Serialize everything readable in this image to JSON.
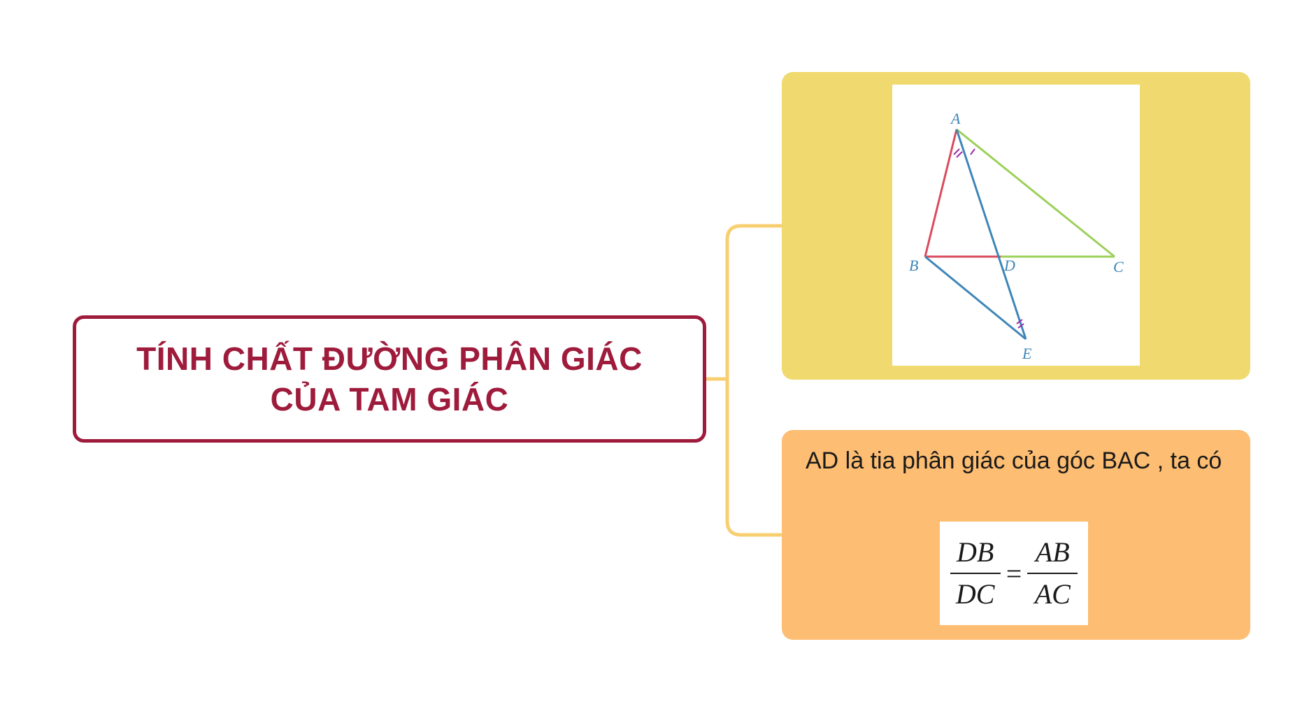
{
  "root": {
    "title": "TÍNH CHẤT ĐƯỜNG PHÂN GIÁC CỦA TAM GIÁC"
  },
  "figure": {
    "points": {
      "A": "A",
      "B": "B",
      "C": "C",
      "D": "D",
      "E": "E"
    }
  },
  "formula": {
    "statement": "AD là tia phân giác của góc BAC , ta có",
    "lhs_num": "DB",
    "lhs_den": "DC",
    "equals": "=",
    "rhs_num": "AB",
    "rhs_den": "AC"
  },
  "colors": {
    "root_border": "#9e1b3c",
    "figure_card": "#f0d96e",
    "formula_card": "#fdbd72",
    "connector": "#f8cf70",
    "segment_ab_bd": "#d94b5e",
    "segment_ac_dc": "#9cd05a",
    "segment_ae_be": "#3e86b8",
    "angle_mark": "#9b2aa8"
  }
}
